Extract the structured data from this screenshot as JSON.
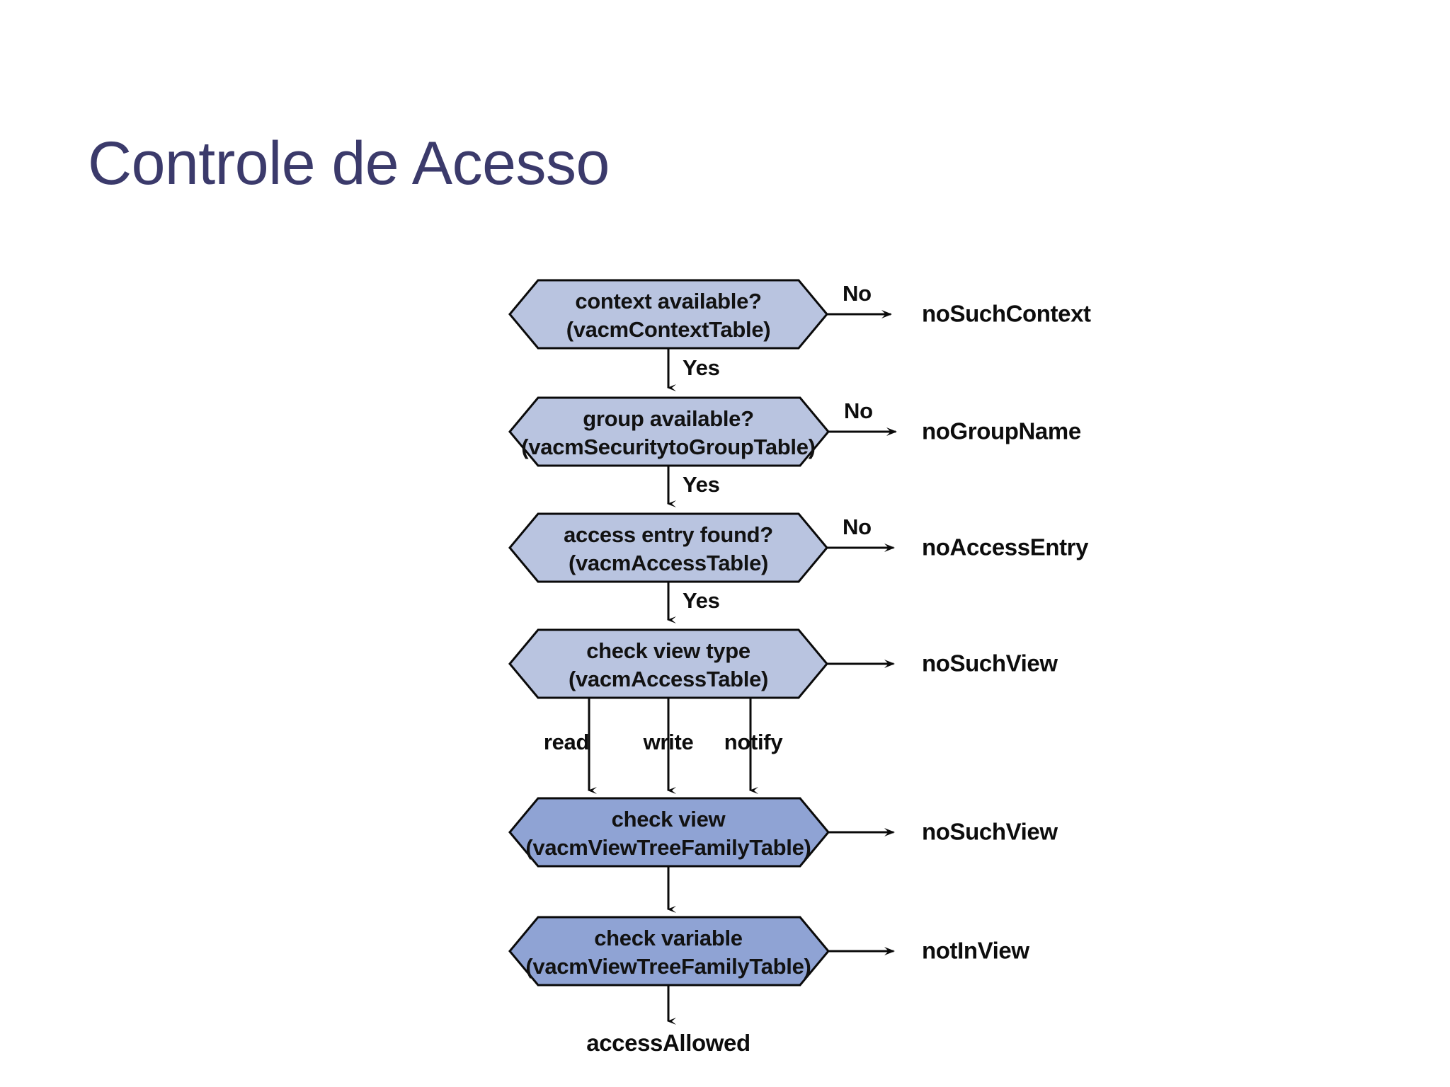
{
  "slide": {
    "title": "Controle de Acesso",
    "title_color": "#3b3a6b",
    "background_color": "#ffffff"
  },
  "diagram": {
    "type": "flowchart",
    "palette": {
      "hexagon_light_fill": "#b9c4e0",
      "hexagon_dark_fill": "#8fa3d4",
      "outline": "#0a0a0a",
      "text": "#0d0d0d"
    },
    "nodes": [
      {
        "id": "context",
        "line1": "context available?",
        "line2": "(vacmContextTable)",
        "shade": "light"
      },
      {
        "id": "group",
        "line1": "group available?",
        "line2": "(vacmSecuritytoGroupTable)",
        "shade": "light"
      },
      {
        "id": "access",
        "line1": "access entry found?",
        "line2": "(vacmAccessTable)",
        "shade": "light"
      },
      {
        "id": "viewtype",
        "line1": "check view type",
        "line2": "(vacmAccessTable)",
        "shade": "light"
      },
      {
        "id": "checkview",
        "line1": "check view",
        "line2": "(vacmViewTreeFamilyTable)",
        "shade": "dark"
      },
      {
        "id": "checkvariable",
        "line1": "check variable",
        "line2": "(vacmViewTreeFamilyTable)",
        "shade": "dark"
      }
    ],
    "outcomes": [
      {
        "id": "noSuchContext",
        "label": "noSuchContext",
        "from": "context",
        "branch": "No"
      },
      {
        "id": "noGroupName",
        "label": "noGroupName",
        "from": "group",
        "branch": "No"
      },
      {
        "id": "noAccessEntry",
        "label": "noAccessEntry",
        "from": "access",
        "branch": "No"
      },
      {
        "id": "noSuchViewType",
        "label": "noSuchView",
        "from": "viewtype",
        "branch": ""
      },
      {
        "id": "noSuchView",
        "label": "noSuchView",
        "from": "checkview",
        "branch": ""
      },
      {
        "id": "notInView",
        "label": "notInView",
        "from": "checkvariable",
        "branch": ""
      }
    ],
    "branch_labels": {
      "yes_1": "Yes",
      "yes_2": "Yes",
      "yes_3": "Yes",
      "no_1": "No",
      "no_2": "No",
      "no_3": "No",
      "read": "read",
      "write": "write",
      "notify": "notify"
    },
    "terminal": {
      "label": "accessAllowed"
    }
  }
}
